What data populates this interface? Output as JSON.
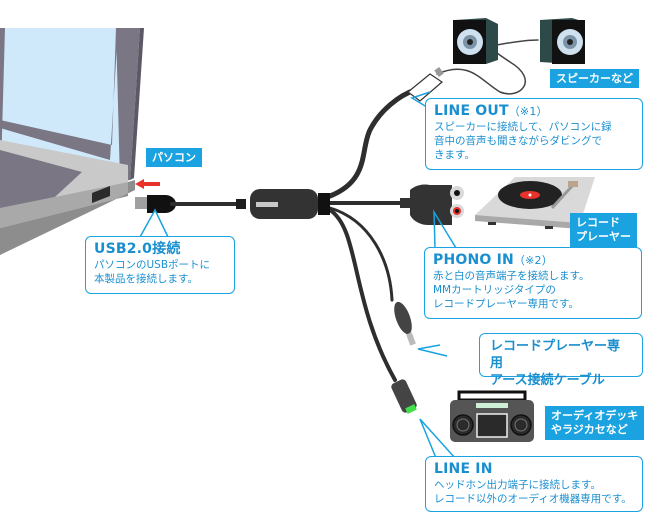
{
  "labels": {
    "pc_tag": "パソコン",
    "speaker_tag": "スピーカーなど",
    "record_tag_line1": "レコード",
    "record_tag_line2": "プレーヤー",
    "deck_tag_line1": "オーディオデッキ",
    "deck_tag_line2": "やラジカセなど"
  },
  "callouts": {
    "usb": {
      "title": "USB2.0接続",
      "lines": [
        "パソコンのUSBポートに",
        "本製品を接続します。"
      ]
    },
    "line_out": {
      "title": "LINE OUT",
      "note": "（※1）",
      "lines": [
        "スピーカーに接続して、パソコンに録",
        "音中の音声も聞きながらダビングで",
        "きます。"
      ]
    },
    "phono_in": {
      "title": "PHONO IN",
      "note": "（※2）",
      "lines": [
        "赤と白の音声端子を接続します。",
        "MMカートリッジタイプの",
        "レコードプレーヤー専用です。"
      ]
    },
    "ground": {
      "lines": [
        "レコードプレーヤー専用",
        "アース接続ケーブル"
      ]
    },
    "line_in": {
      "title": "LINE IN",
      "lines": [
        "ヘッドホン出力端子に接続します。",
        "レコード以外のオーディオ機器専用です。"
      ]
    }
  },
  "colors": {
    "accent": "#1aa3e0",
    "cable": "#2e2e2e",
    "arrow": "#e8322b",
    "line_in_tip": "#3fe04a"
  }
}
